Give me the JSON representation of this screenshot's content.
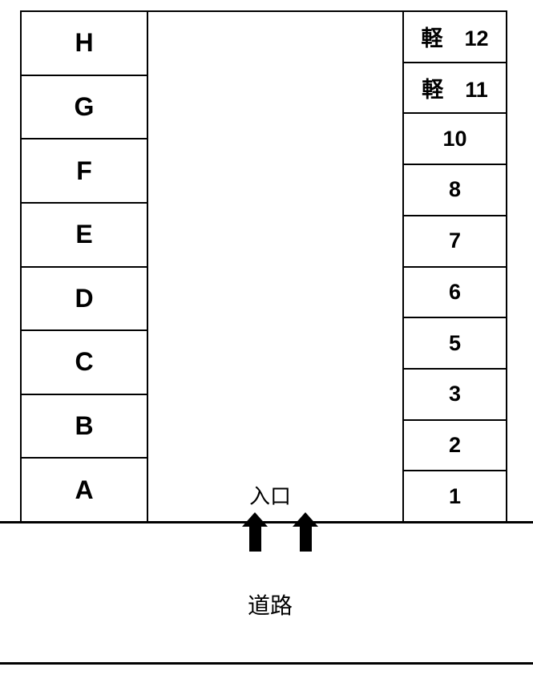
{
  "map": {
    "left_column": {
      "cells": [
        "H",
        "G",
        "F",
        "E",
        "D",
        "C",
        "B",
        "A"
      ]
    },
    "right_column": {
      "cells": [
        "軽　12",
        "軽　11",
        "10",
        "8",
        "7",
        "6",
        "5",
        "3",
        "2",
        "1"
      ]
    },
    "entrance_label": "入口",
    "road_label": "道路",
    "entrance_arrows": {
      "icon": "up-arrow-icon",
      "count": 2
    }
  },
  "colors": {
    "background": "#ffffff",
    "line": "#000000",
    "text": "#000000",
    "arrow": "#000000"
  }
}
